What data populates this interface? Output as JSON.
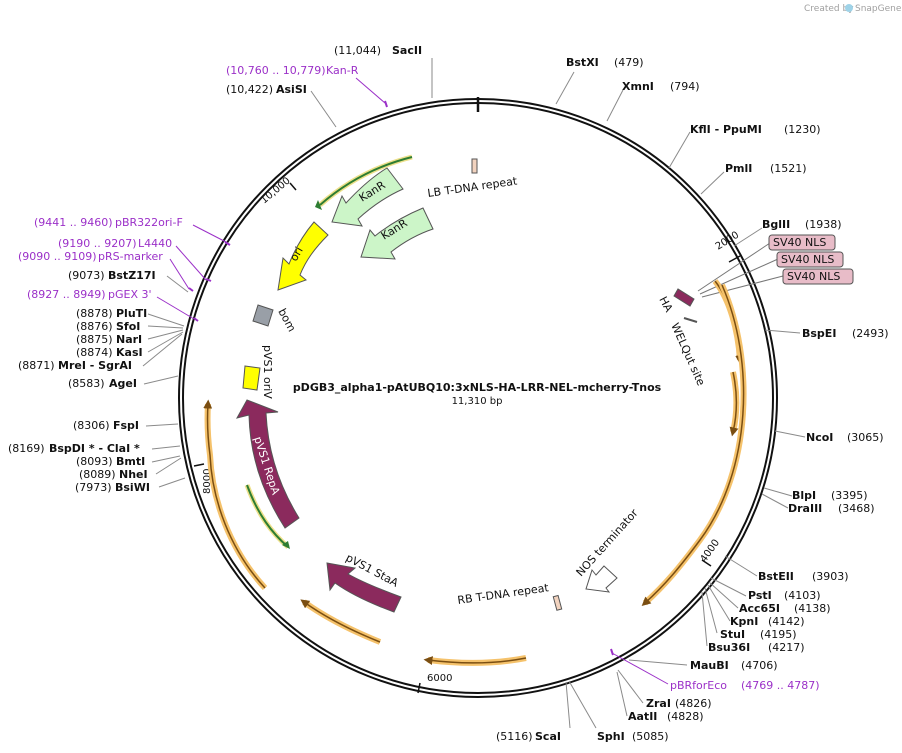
{
  "watermark": {
    "prefix": "Created by",
    "brand": "SnapGene"
  },
  "plasmid": {
    "name": "pDGB3_alpha1-pAtUBQ10:3xNLS-HA-LRR-NEL-mcherry-Tnos",
    "size_label": "11,310 bp",
    "length": 11310
  },
  "ticks": [
    "2000",
    "4000",
    "6000",
    "8000",
    "10,000"
  ],
  "sites": [
    {
      "name": "SacII",
      "pos": "(11,044)"
    },
    {
      "name": "BstXI",
      "pos": "(479)"
    },
    {
      "name": "XmnI",
      "pos": "(794)"
    },
    {
      "name": "KflI - PpuMI",
      "pos": "(1230)"
    },
    {
      "name": "PmlI",
      "pos": "(1521)"
    },
    {
      "name": "BglII",
      "pos": "(1938)"
    },
    {
      "name": "BspEI",
      "pos": "(2493)"
    },
    {
      "name": "NcoI",
      "pos": "(3065)"
    },
    {
      "name": "BlpI",
      "pos": "(3395)"
    },
    {
      "name": "DraIII",
      "pos": "(3468)"
    },
    {
      "name": "BstEII",
      "pos": "(3903)"
    },
    {
      "name": "PstI",
      "pos": "(4103)"
    },
    {
      "name": "Acc65I",
      "pos": "(4138)"
    },
    {
      "name": "KpnI",
      "pos": "(4142)"
    },
    {
      "name": "StuI",
      "pos": "(4195)"
    },
    {
      "name": "Bsu36I",
      "pos": "(4217)"
    },
    {
      "name": "MauBI",
      "pos": "(4706)"
    },
    {
      "name": "ZraI",
      "pos": "(4826)"
    },
    {
      "name": "AatII",
      "pos": "(4828)"
    },
    {
      "name": "SphI",
      "pos": "(5085)"
    },
    {
      "name": "ScaI",
      "pos": "(5116)"
    },
    {
      "name": "AsiSI",
      "pos": "(10,422)"
    },
    {
      "name": "BstZ17I",
      "pos": "(9073)"
    },
    {
      "name": "PluTI",
      "pos": "(8878)"
    },
    {
      "name": "SfoI",
      "pos": "(8876)"
    },
    {
      "name": "NarI",
      "pos": "(8875)"
    },
    {
      "name": "KasI",
      "pos": "(8874)"
    },
    {
      "name": "MreI - SgrAI",
      "pos": "(8871)"
    },
    {
      "name": "AgeI",
      "pos": "(8583)"
    },
    {
      "name": "FspI",
      "pos": "(8306)"
    },
    {
      "name": "BspDI * - ClaI *",
      "pos": "(8169)"
    },
    {
      "name": "BmtI",
      "pos": "(8093)"
    },
    {
      "name": "NheI",
      "pos": "(8089)"
    },
    {
      "name": "BsiWI",
      "pos": "(7973)"
    }
  ],
  "primers": [
    {
      "name": "Kan-R",
      "pos": "(10,760 .. 10,779)"
    },
    {
      "name": "pBR322ori-F",
      "pos": "(9441 .. 9460)"
    },
    {
      "name": "L4440",
      "pos": "(9190 .. 9207)"
    },
    {
      "name": "pRS-marker",
      "pos": "(9090 .. 9109)"
    },
    {
      "name": "pGEX 3'",
      "pos": "(8927 .. 8949)"
    },
    {
      "name": "pBRforEco",
      "pos": "(4769 .. 4787)"
    }
  ],
  "features": {
    "kanr1": "KanR",
    "kanr2": "KanR",
    "ori": "ori",
    "lb": "LB T-DNA repeat",
    "bom": "bom",
    "pvs1_oriv": "pVS1 oriV",
    "repa": "pVS1 RepA",
    "staa": "pVS1 StaA",
    "rb": "RB T-DNA repeat",
    "nos": "NOS terminator",
    "ha": "HA",
    "welqut": "WELQut site",
    "nls1": "SV40 NLS",
    "nls2": "SV40 NLS",
    "nls3": "SV40 NLS"
  },
  "colors": {
    "kanr": "#ccf5c8",
    "ori": "#ffff00",
    "repa": "#8b2a5d",
    "orf": "#f5a623",
    "bom": "#999fa7",
    "oriv": "#ffff00",
    "nls": "#e8bcc8",
    "primer": "#9b30c8"
  }
}
